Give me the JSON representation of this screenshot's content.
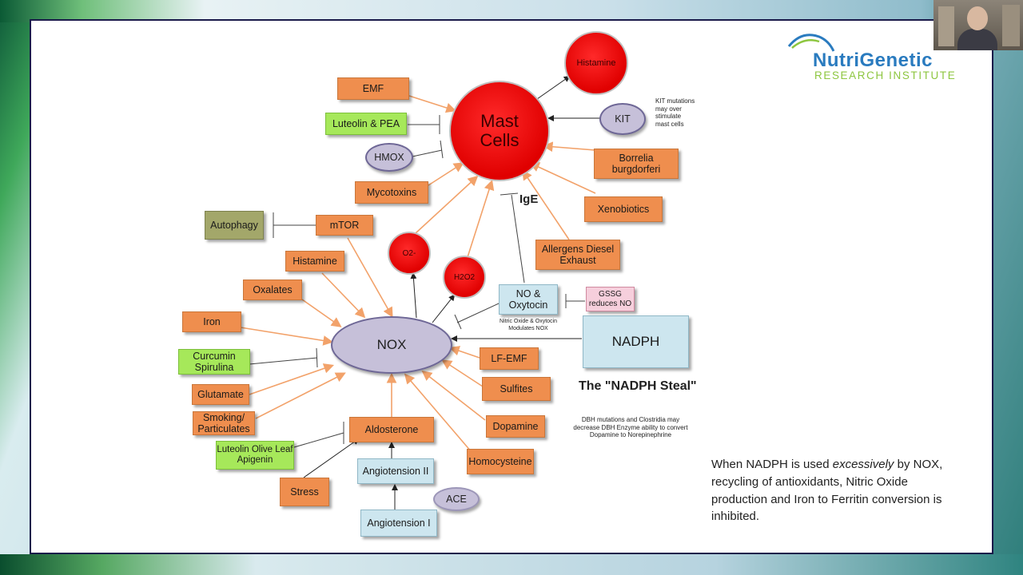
{
  "logo": {
    "brand": "NutriGenetic",
    "subtitle": "RESEARCH INSTITUTE"
  },
  "nodes": {
    "mast_cells": "Mast Cells",
    "histamine_top": "Histamine",
    "emf": "EMF",
    "luteolin_pea": "Luteolin & PEA",
    "hmox": "HMOX",
    "mycotoxins": "Mycotoxins",
    "kit": "KIT",
    "borrelia": "Borrelia burgdorferi",
    "xenobiotics": "Xenobiotics",
    "ige": "IgE",
    "allergens": "Allergens Diesel Exhaust",
    "autophagy": "Autophagy",
    "mtor": "mTOR",
    "histamine": "Histamine",
    "superoxide": "O2-",
    "h2o2": "H2O2",
    "oxalates": "Oxalates",
    "no_oxytocin": "NO & Oxytocin",
    "gssg": "GSSG reduces NO",
    "iron": "Iron",
    "nox": "NOX",
    "nadph": "NADPH",
    "curcumin": "Curcumin Spirulina",
    "lf_emf": "LF-EMF",
    "glutamate": "Glutamate",
    "sulfites": "Sulfites",
    "smoking": "Smoking/ Particulates",
    "aldosterone": "Aldosterone",
    "dopamine": "Dopamine",
    "luteolin_olive": "Luteolin Olive Leaf Apigenin",
    "homocysteine": "Homocysteine",
    "angiotensin2": "Angiotension II",
    "stress": "Stress",
    "ace": "ACE",
    "angiotensin1": "Angiotension I"
  },
  "notes": {
    "kit_note": "KIT mutations may over stimulate mast cells",
    "no_note": "Nitric Oxide & Oxytocin Modulates NOX",
    "nadph_steal": "The \"NADPH Steal\"",
    "dbh_note": "DBH mutations and Clostridia may decrease DBH Enzyme ability to convert Dopamine to Norepinephrine",
    "summary_pre": "When NADPH is used ",
    "summary_em": "excessively",
    "summary_post": " by NOX, recycling of antioxidants, Nitric Oxide production and Iron to Ferritin conversion is inhibited."
  },
  "colors": {
    "orange": "#ef8e4e",
    "green": "#a6e85a",
    "red": "#e00000",
    "lavender": "#c6c0d9",
    "blue": "#cde6ef",
    "olive": "#a3a76a",
    "arrow": "#f2a26a"
  }
}
